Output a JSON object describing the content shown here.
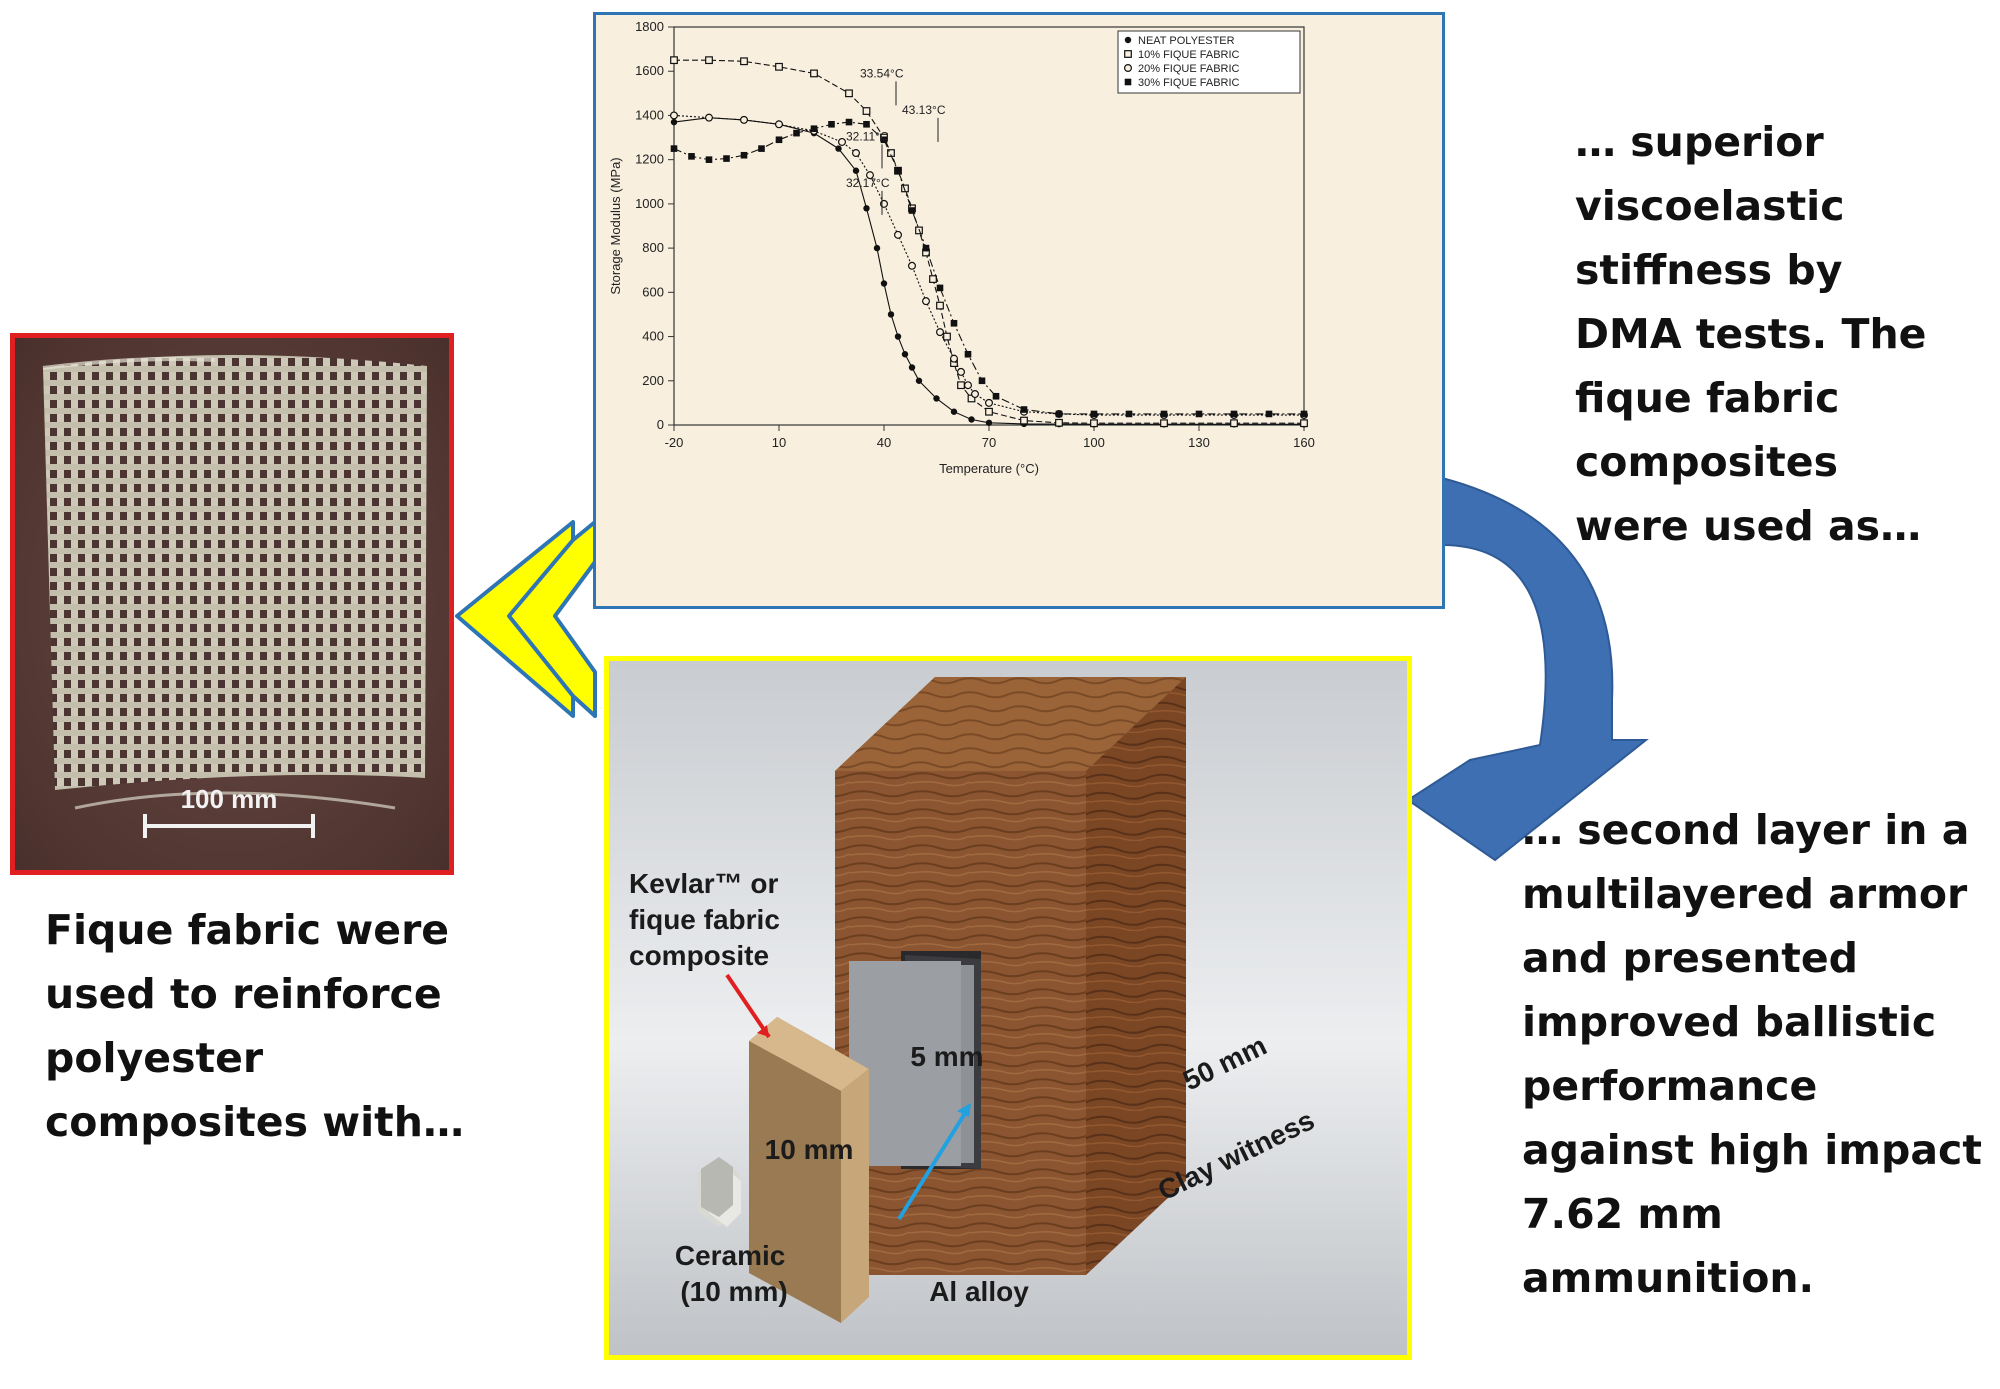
{
  "photo": {
    "scale_label": "100 mm"
  },
  "text": {
    "left_lines": [
      "Fique fabric  were",
      "used to reinforce",
      "polyester",
      "composites with…"
    ],
    "right_top_lines": [
      "… superior",
      "viscoelastic",
      "stiffness by",
      "DMA tests. The",
      "fique fabric",
      "composites",
      "were used as…"
    ],
    "right_bottom_lines": [
      "… second layer in a",
      "multilayered armor",
      "and presented",
      "improved ballistic",
      "performance",
      "against high impact",
      "7.62 mm",
      "ammunition."
    ]
  },
  "armor": {
    "layer2_label_lines": [
      "Kevlar™ or",
      "fique fabric",
      "composite"
    ],
    "ceramic_label_lines": [
      "Ceramic",
      "(10 mm)"
    ],
    "al_label": "Al alloy",
    "thick_10": "10 mm",
    "thick_5": "5 mm",
    "thick_50": "50 mm",
    "clay_label": "Clay witness"
  },
  "colors": {
    "photo_border": "#e02020",
    "chart_border": "#2e75b6",
    "armor_border": "#ffff00",
    "curved_arrow": "#3f6fb3",
    "double_arrow_fill": "#ffff00",
    "double_arrow_stroke": "#2e75b6"
  },
  "chart_data": {
    "type": "line",
    "xlabel": "Temperature (°C)",
    "ylabel": "Storage Modulus (MPa)",
    "xlim": [
      -20,
      160
    ],
    "ylim": [
      0,
      1800
    ],
    "xticks": [
      -20,
      10,
      40,
      70,
      100,
      130,
      160
    ],
    "yticks": [
      0,
      200,
      400,
      600,
      800,
      1000,
      1200,
      1400,
      1600,
      1800
    ],
    "legend_position": "top-right",
    "series": [
      {
        "name": "NEAT POLYESTER",
        "marker": "filled-circle",
        "x": [
          -20,
          -10,
          0,
          10,
          20,
          27,
          32,
          35,
          38,
          40,
          42,
          44,
          46,
          48,
          50,
          55,
          60,
          65,
          70,
          80,
          90,
          100,
          120,
          140,
          160
        ],
        "y": [
          1370,
          1390,
          1380,
          1360,
          1320,
          1250,
          1150,
          980,
          800,
          640,
          500,
          400,
          320,
          260,
          200,
          120,
          60,
          25,
          10,
          5,
          4,
          3,
          3,
          3,
          3
        ]
      },
      {
        "name": "10% FIQUE FABRIC",
        "marker": "open-square",
        "x": [
          -20,
          -10,
          0,
          10,
          20,
          30,
          35,
          40,
          42,
          44,
          46,
          48,
          50,
          52,
          54,
          56,
          58,
          60,
          62,
          65,
          70,
          80,
          90,
          100,
          120,
          140,
          160
        ],
        "y": [
          1650,
          1650,
          1645,
          1620,
          1590,
          1500,
          1420,
          1300,
          1230,
          1150,
          1070,
          980,
          880,
          780,
          660,
          540,
          400,
          280,
          180,
          120,
          60,
          20,
          10,
          8,
          8,
          8,
          8
        ]
      },
      {
        "name": "20% FIQUE FABRIC",
        "marker": "open-circle",
        "x": [
          -20,
          -10,
          0,
          10,
          20,
          28,
          32,
          36,
          40,
          44,
          48,
          52,
          56,
          60,
          62,
          64,
          66,
          70,
          80,
          90,
          100,
          120,
          140,
          160
        ],
        "y": [
          1400,
          1390,
          1380,
          1360,
          1330,
          1280,
          1230,
          1130,
          1000,
          860,
          720,
          560,
          420,
          300,
          240,
          180,
          140,
          100,
          60,
          50,
          45,
          45,
          45,
          45
        ]
      },
      {
        "name": "30% FIQUE FABRIC",
        "marker": "filled-square",
        "x": [
          -20,
          -15,
          -10,
          -5,
          0,
          5,
          10,
          15,
          20,
          25,
          30,
          35,
          40,
          44,
          48,
          52,
          56,
          60,
          64,
          68,
          72,
          80,
          90,
          100,
          110,
          120,
          130,
          140,
          150,
          160
        ],
        "y": [
          1250,
          1215,
          1200,
          1205,
          1220,
          1250,
          1290,
          1320,
          1340,
          1360,
          1370,
          1360,
          1290,
          1150,
          970,
          800,
          620,
          460,
          320,
          200,
          130,
          70,
          50,
          50,
          50,
          50,
          50,
          50,
          50,
          50
        ]
      }
    ],
    "annotations": [
      {
        "text": "33.54°C",
        "x": 32,
        "y": 1545
      },
      {
        "text": "43.13°C",
        "x": 44,
        "y": 1380
      },
      {
        "text": "32.11°C",
        "x": 28,
        "y": 1260
      },
      {
        "text": "32.17°C",
        "x": 28,
        "y": 1050
      }
    ]
  }
}
